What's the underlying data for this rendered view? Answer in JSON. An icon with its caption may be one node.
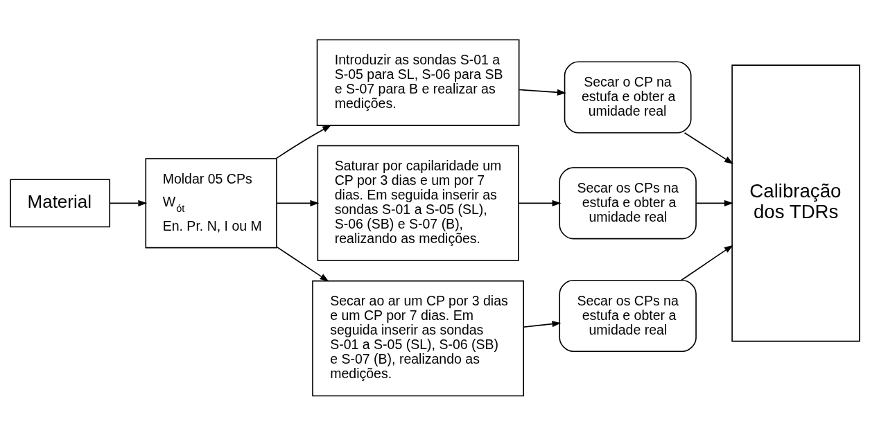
{
  "diagram": {
    "nodes": [
      {
        "text": [
          "Material"
        ]
      },
      {
        "text": [
          "Moldar 05 CPs",
          "W$_{ót}$",
          "En. Pr. N, I ou M"
        ]
      },
      {
        "text": [
          "Introduzir as sondas S-01 a S-05 para SL, S-06 para SB e S-07 para B e realizar as medições."
        ]
      },
      {
        "text": [
          "Saturar por capilaridade um CP por 3 dias e um por 7 dias. Em seguida inserir as sondas S-01 a S-05 (SL), S-06 (SB) e S-07 (B), realizando as medições."
        ]
      },
      {
        "text": [
          "Secar ao ar um CP por 3 dias e um CP por 7 dias. Em seguida inserir as sondas S-01 a S-05 (SL), S-06 (SB) e S-07 (B), realizando as medições."
        ]
      },
      {
        "text": [
          "Secar o CP na estufa e obter a umidade real"
        ]
      },
      {
        "text": [
          "Secar os CPs na estufa e obter a umidade real"
        ]
      },
      {
        "text": [
          "Secar os CPs na estufa e obter a umidade real"
        ]
      },
      {
        "text": [
          "Calibração dos TDRs"
        ]
      }
    ],
    "edges": [
      {
        "from": 0,
        "to": 1,
        "arrow": "to"
      },
      {
        "from": 1,
        "to": 2,
        "arrow": "to"
      },
      {
        "from": 1,
        "to": 3,
        "arrow": "to"
      },
      {
        "from": 1,
        "to": 4,
        "arrow": "to"
      },
      {
        "from": 2,
        "to": 5,
        "arrow": "to"
      },
      {
        "from": 3,
        "to": 6,
        "arrow": "to"
      },
      {
        "from": 4,
        "to": 7,
        "arrow": "to"
      },
      {
        "from": 5,
        "to": 8,
        "arrow": "to"
      },
      {
        "from": 6,
        "to": 8,
        "arrow": "to"
      },
      {
        "from": 7,
        "to": 8,
        "arrow": "to"
      }
    ]
  }
}
